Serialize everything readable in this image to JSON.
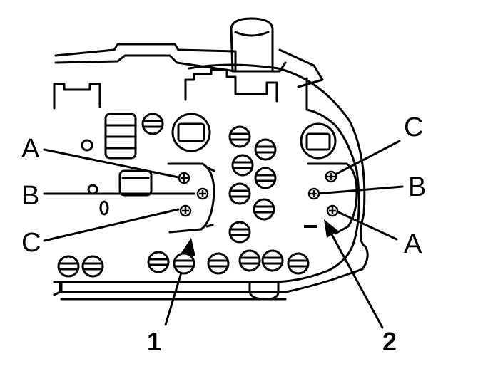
{
  "labels": {
    "left_a": "A",
    "left_b": "B",
    "left_c": "C",
    "right_c": "C",
    "right_b": "B",
    "right_a": "A",
    "callout_1": "1",
    "callout_2": "2"
  },
  "colors": {
    "ink": "#000000",
    "paper": "#ffffff"
  }
}
